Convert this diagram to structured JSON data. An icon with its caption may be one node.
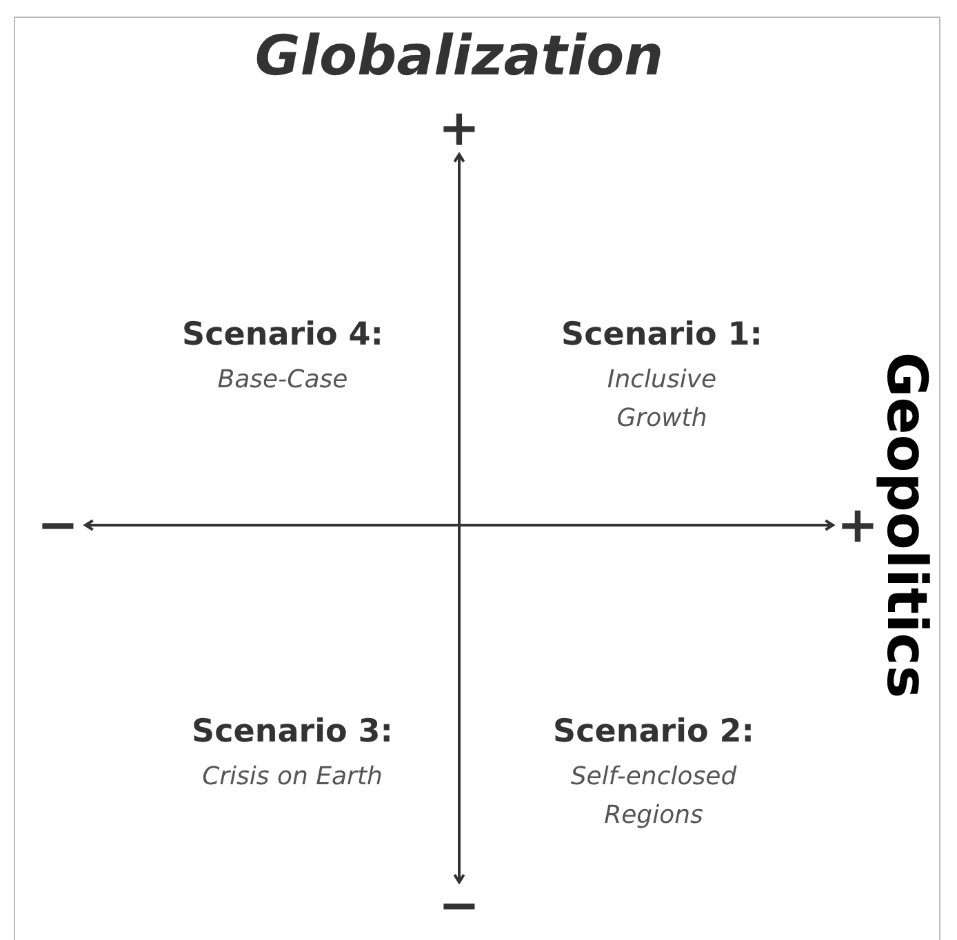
{
  "diagram": {
    "title": "Globalization",
    "labels": [
      "+",
      "Scenario 4:",
      "Base-Case",
      "Scenario 1:",
      "Inclusive Growth",
      "Geopolitics",
      "−",
      "+",
      "Scenario 3:",
      "Crisis on Earth",
      "Scenario 2:",
      "Self-enclosed Regions",
      "−"
    ]
  }
}
